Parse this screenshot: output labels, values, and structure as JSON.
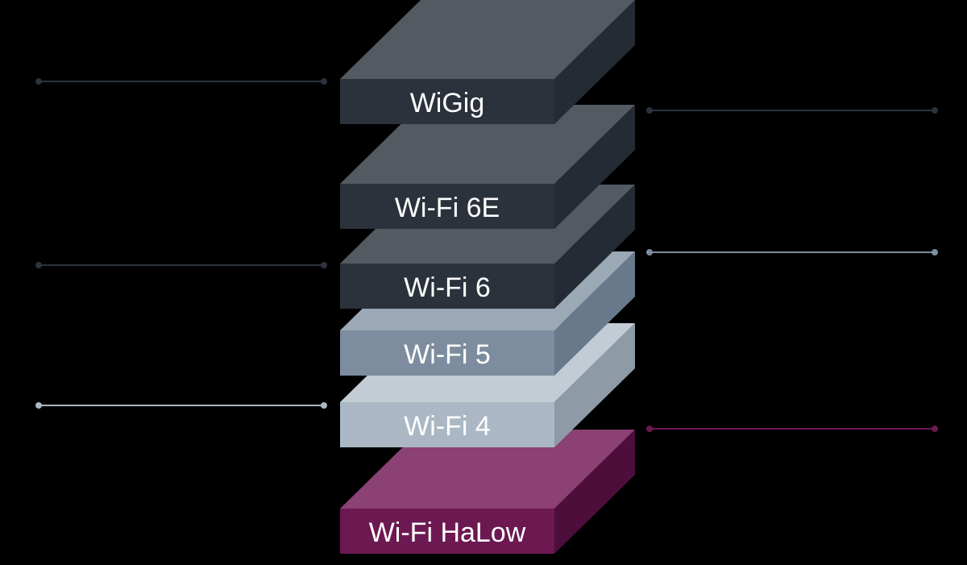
{
  "background_color": "#000000",
  "text_color": "#ffffff",
  "slabs": [
    {
      "label": "WiGig",
      "colors": {
        "top": "#535a62",
        "front": "#2b323c",
        "side": "#252b34"
      }
    },
    {
      "label": "Wi-Fi 6E",
      "colors": {
        "top": "#535a62",
        "front": "#2b323c",
        "side": "#252b34"
      }
    },
    {
      "label": "Wi-Fi 6",
      "colors": {
        "top": "#535a62",
        "front": "#2b323c",
        "side": "#252b34"
      }
    },
    {
      "label": "Wi-Fi 5",
      "colors": {
        "top": "#9ba8b5",
        "front": "#7d8d9f",
        "side": "#68798b"
      }
    },
    {
      "label": "Wi-Fi 4",
      "colors": {
        "top": "#c3ccd4",
        "front": "#abb7c4",
        "side": "#8e9aa6"
      }
    },
    {
      "label": "Wi-Fi HaLow",
      "colors": {
        "top": "#8b4173",
        "front": "#6c1851",
        "side": "#4e0e3b"
      }
    }
  ],
  "callouts": [
    {
      "side": "left",
      "target": "WiGig",
      "color": "#2c333d"
    },
    {
      "side": "left",
      "target": "Wi-Fi 6",
      "color": "#2c333d"
    },
    {
      "side": "left",
      "target": "Wi-Fi 4",
      "color": "#abb7c4"
    },
    {
      "side": "right",
      "target": "Wi-Fi 6E",
      "color": "#2c333d"
    },
    {
      "side": "right",
      "target": "Wi-Fi 5",
      "color": "#7d8d9f"
    },
    {
      "side": "right",
      "target": "Wi-Fi HaLow",
      "color": "#6c1851"
    }
  ]
}
